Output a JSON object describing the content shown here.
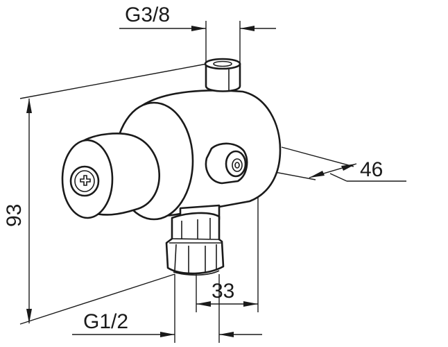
{
  "dimensions": {
    "top_thread": "G3/8",
    "bottom_thread": "G1/2",
    "height": "93",
    "outlet_offset": "33",
    "side_depth": "46"
  },
  "colors": {
    "line": "#1a1a1a",
    "background": "#ffffff"
  }
}
